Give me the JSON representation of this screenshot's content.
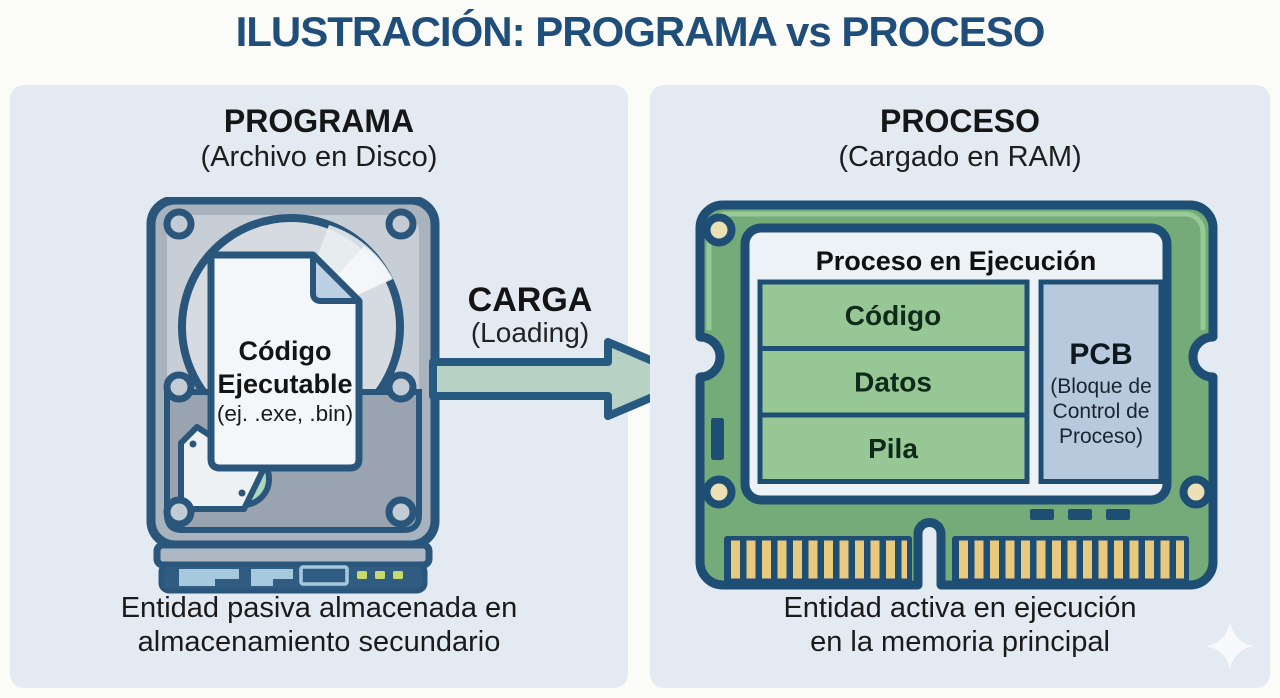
{
  "title": "ILUSTRACIÓN: PROGRAMA vs PROCESO",
  "left_panel": {
    "heading": "PROGRAMA",
    "subheading": "(Archivo en Disco)",
    "document": {
      "line1": "Código",
      "line2": "Ejecutable",
      "line3": "(ej. .exe, .bin)"
    },
    "caption_line1": "Entidad pasiva almacenada en",
    "caption_line2": "almacenamiento secundario"
  },
  "transfer": {
    "label": "CARGA",
    "sublabel": "(Loading)"
  },
  "right_panel": {
    "heading": "PROCESO",
    "subheading": "(Cargado en RAM)",
    "ram": {
      "title": "Proceso en Ejecución",
      "segments": [
        "Código",
        "Datos",
        "Pila"
      ],
      "pcb": {
        "title": "PCB",
        "line1": "(Bloque de",
        "line2": "Control de",
        "line3": "Proceso)"
      }
    },
    "caption_line1": "Entidad activa en ejecución",
    "caption_line2": "en la memoria principal"
  },
  "colors": {
    "title_blue": "#1f4e7a",
    "panel_bg": "#e3eaf2",
    "outline_blue": "#2a567c",
    "ram_outline_blue": "#1f4e74",
    "hdd_gray": "#a9b3be",
    "ram_green": "#74ab79",
    "segment_green": "#97c795",
    "pcb_blue": "#b7cadd",
    "pin_gold": "#e9c97e",
    "led_green": "#c6d96a",
    "arrow_fill": "#b7d2c5"
  }
}
